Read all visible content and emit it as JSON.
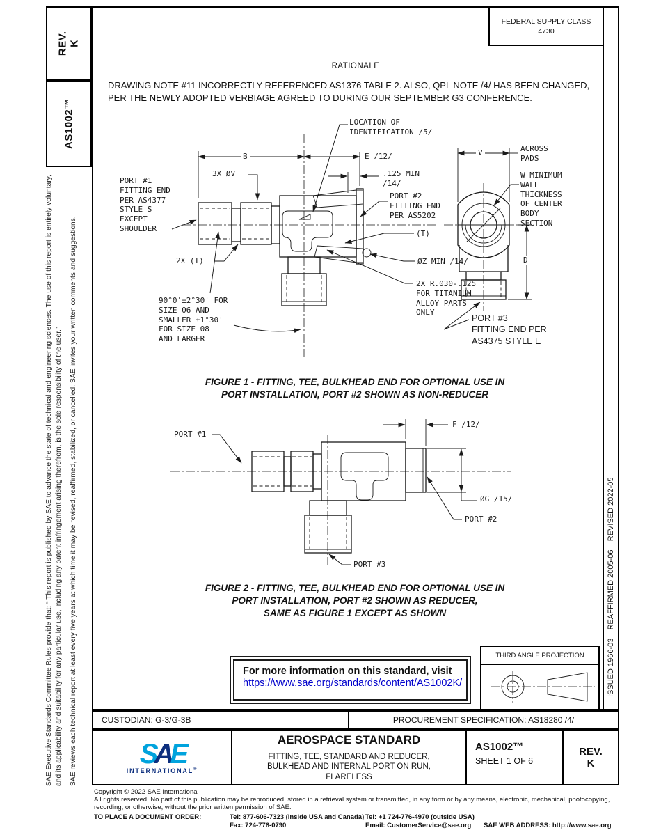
{
  "colors": {
    "ink": "#1a1a1a",
    "sae_light_blue": "#00A3DD",
    "sae_dark_blue": "#0D2F7E",
    "link_blue": "#0000CC"
  },
  "tabs": {
    "rev": "REV.\nK",
    "doc": "AS1002™"
  },
  "sidebar": {
    "para1": "SAE Executive Standards Committee Rules provide that: “ This report is published by SAE to advance the state of technical and engineering sciences. The use of this report is\nentirely voluntary, and its applicability and suitability for any particular use, including any patent infringement arising therefrom, is the sole responsibility of the user.”",
    "para2": "SAE reviews each technical report at least every five years at which time it may be revised, reaffirmed, stabilized, or cancelled. SAE invites your written comments and suggestions."
  },
  "revision_strip": "ISSUED 1966-03    REAFFIRMED 2005-06    REVISED 2022-05",
  "header": {
    "fsc_label": "FEDERAL SUPPLY CLASS",
    "fsc_value": "4730",
    "rationale_title": "RATIONALE",
    "rationale_body": "DRAWING NOTE #11 INCORRECTLY REFERENCED AS1376 TABLE 2. ALSO, QPL NOTE /4/ HAS BEEN CHANGED,\nPER THE NEWLY ADOPTED VERBIAGE AGREED TO DURING OUR SEPTEMBER G3 CONFERENCE."
  },
  "figure1": {
    "caption": "FIGURE 1 - FITTING, TEE, BULKHEAD END FOR OPTIONAL USE IN\nPORT INSTALLATION, PORT #2 SHOWN AS NON-REDUCER",
    "labels": {
      "location_id": "LOCATION OF\nIDENTIFICATION /5/",
      "dim_b": "B",
      "dim_e": "E /12/",
      "dim_125": ".125 MIN\n/14/",
      "port1": "PORT #1\nFITTING END\nPER AS4377\nSTYLE S\nEXCEPT\nSHOULDER",
      "thread_v": "3X ØV",
      "port2": "PORT #2\nFITTING END\nPER AS5202",
      "t_right": "(T)",
      "t_left": "2X (T)",
      "oz": "ØZ MIN /14/",
      "radius_note": "2X R.030-.125\nFOR TITANIUM\nALLOY PARTS\nONLY",
      "angle_note": "90°0'±2°30' FOR\nSIZE 06 AND\nSMALLER ±1°30'\nFOR SIZE 08\nAND LARGER",
      "dim_v": "V",
      "across_pads": "ACROSS\nPADS",
      "wall_note": "W MINIMUM\nWALL\nTHICKNESS\nOF CENTER\nBODY\nSECTION",
      "dim_d": "D",
      "port3": "PORT #3\nFITTING END PER\nAS4375 STYLE E"
    }
  },
  "figure2": {
    "caption": "FIGURE 2 - FITTING, TEE, BULKHEAD END FOR OPTIONAL USE IN\nPORT INSTALLATION, PORT #2 SHOWN AS REDUCER,\nSAME AS FIGURE 1 EXCEPT AS SHOWN",
    "labels": {
      "port1": "PORT #1",
      "dim_f": "F /12/",
      "dim_g": "ØG /15/",
      "port2": "PORT #2",
      "port3": "PORT #3"
    }
  },
  "info_box": {
    "text": "For more information on this standard, visit",
    "link": "https://www.sae.org/standards/content/AS1002K/"
  },
  "projection": {
    "title": "THIRD ANGLE PROJECTION"
  },
  "spec_row": {
    "custodian": "CUSTODIAN: G-3/G-3B",
    "procurement": "PROCUREMENT SPECIFICATION: AS18280 /4/"
  },
  "title_block": {
    "logo_s": "S",
    "logo_a": "A",
    "logo_e": "E",
    "logo_sub": "INTERNATIONAL",
    "logo_reg": "®",
    "heading": "AEROSPACE STANDARD",
    "subtitle": "FITTING, TEE, STANDARD AND REDUCER,\nBULKHEAD AND INTERNAL PORT ON RUN,\nFLARELESS",
    "doc_number": "AS1002™",
    "sheet": "SHEET 1 OF 6",
    "rev_label": "REV.",
    "rev_value": "K"
  },
  "footer": {
    "copyright": "Copyright © 2022 SAE International",
    "rights": "All rights reserved. No part of this publication may be reproduced, stored in a retrieval system or transmitted, in any form or by any means, electronic, mechanical, photocopying,\nrecording, or otherwise, without the prior written permission of SAE.",
    "order_label": "TO PLACE A DOCUMENT ORDER:",
    "tel_inside": "Tel: 877-606-7323 (inside USA and Canada)",
    "tel_outside": "Tel: +1 724-776-4970 (outside USA)",
    "fax": "Fax: 724-776-0790",
    "email": "Email: CustomerService@sae.org",
    "web": "SAE WEB ADDRESS: http://www.sae.org"
  }
}
